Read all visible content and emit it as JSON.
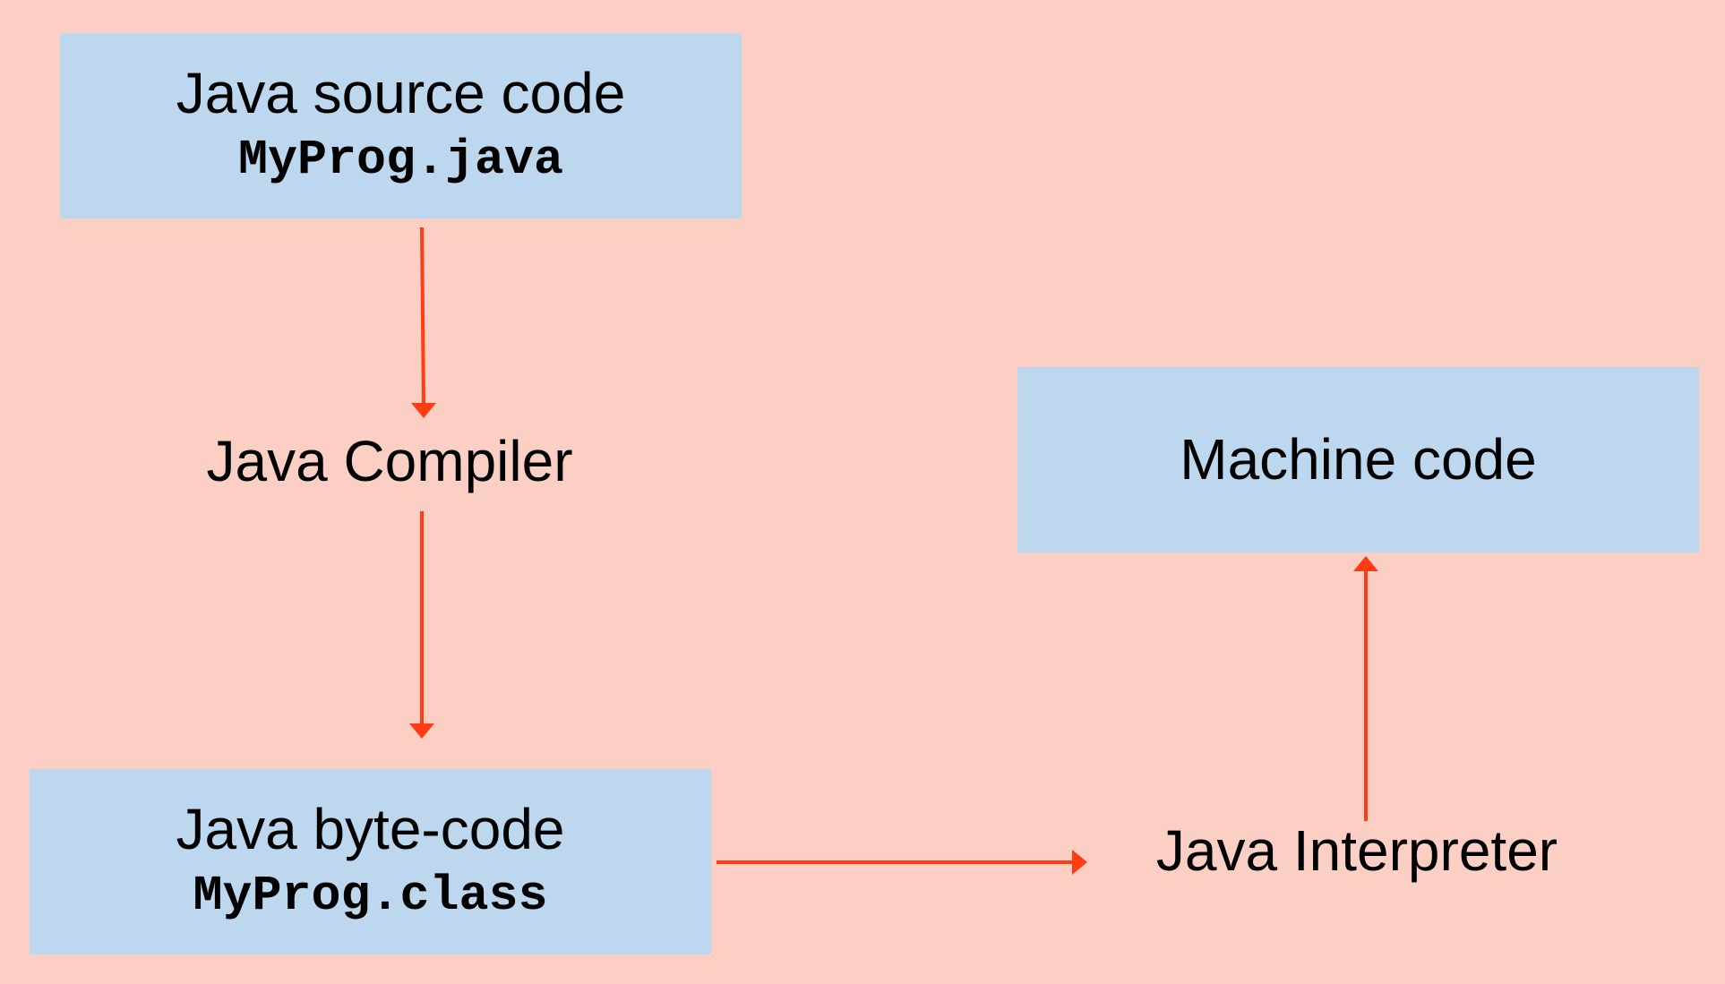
{
  "nodes": {
    "source": {
      "title": "Java source code",
      "file": "MyProg.java"
    },
    "compiler": {
      "title": "Java Compiler"
    },
    "bytecode": {
      "title": "Java byte-code",
      "file": "MyProg.class"
    },
    "interpreter": {
      "title": "Java Interpreter"
    },
    "machine": {
      "title": "Machine code"
    }
  },
  "colors": {
    "background": "#FBCFC3",
    "box": "#BDD7EE",
    "arrow": "#FF3C14"
  }
}
